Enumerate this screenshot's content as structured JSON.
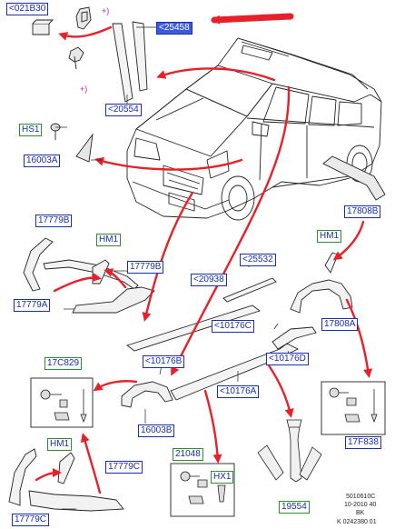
{
  "colors": {
    "arrow": "#e8202a",
    "label_text": "#1a2fb0",
    "label_border_blue": "#1a2fb0",
    "label_border_green": "#2f8f2f",
    "highlight_fill": "#3b5bd9",
    "line": "#222222"
  },
  "labels": {
    "p021b30": "<021B30",
    "p25458": "<25458",
    "p20554": "<20554",
    "hs1": "HS1",
    "p16003a": "16003A",
    "p17779b_top": "17779B",
    "hm1_top": "HM1",
    "p17779b_mid": "17779B",
    "p17779a": "17779A",
    "p17808b": "17808B",
    "hm1_right": "HM1",
    "p17808a": "17808A",
    "p25532": "<25532",
    "p20938": "<20938",
    "p10176c": "<10176C",
    "p10176d": "<10176D",
    "p10176b": "<10176B",
    "p10176a": "<10176A",
    "p16003b": "16003B",
    "p17c829": "17C829",
    "p17f838": "17F838",
    "hm1_bottom": "HM1",
    "p17779c_top": "17779C",
    "p17779c_bottom": "17779C",
    "p21048": "21048",
    "hx1": "HX1",
    "p19554": "19554"
  },
  "markers": {
    "plus_top": "+)",
    "plus_bottom": "+)"
  },
  "footer": {
    "line1": "5010610C",
    "line2": "10-2010 40",
    "line3": "BK",
    "line4": "K 0242380 01"
  }
}
